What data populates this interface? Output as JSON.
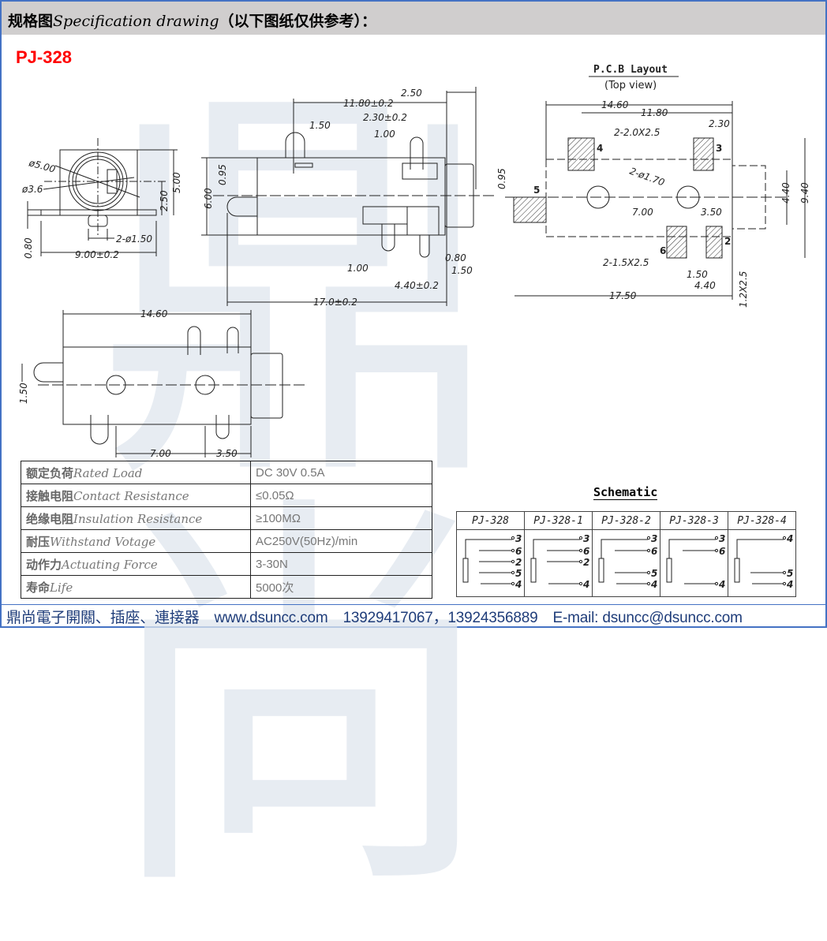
{
  "header": {
    "title_cn": "规格图",
    "title_en": "Specification drawing",
    "title_note": "（以下图纸仅供参考）："
  },
  "model": "PJ-328",
  "watermark": "鼎尚",
  "front_view": {
    "labels": [
      "ø5.00",
      "ø3.6",
      "2.50",
      "5.00",
      "2-ø1.50",
      "0.80",
      "9.00±0.2"
    ]
  },
  "side_view": {
    "labels": [
      "11.80±0.2",
      "2.50",
      "1.50",
      "2.30±0.2",
      "1.00",
      "0.95",
      "6.00",
      "1.00",
      "0.80",
      "1.50",
      "4.40±0.2",
      "17.0±0.2"
    ]
  },
  "pcb_layout": {
    "title": "P.C.B Layout",
    "subtitle": "(Top view)",
    "labels": [
      "14.60",
      "11.80",
      "2.30",
      "2-2.0X2.5",
      "2-ø1.70",
      "0.95",
      "7.00",
      "3.50",
      "4.40",
      "9.40",
      "2-1.5X2.5",
      "1.50",
      "4.40",
      "17.50",
      "1.2X2.5"
    ],
    "pins": [
      "4",
      "3",
      "5",
      "6",
      "2"
    ]
  },
  "bottom_view": {
    "labels": [
      "14.60",
      "1.50",
      "7.00",
      "3.50"
    ]
  },
  "specs": [
    {
      "cn": "额定负荷",
      "en": "Rated Load",
      "value": "DC 30V 0.5A"
    },
    {
      "cn": "接触电阻",
      "en": "Contact Resistance",
      "value": "≤0.05Ω"
    },
    {
      "cn": "绝缘电阻",
      "en": "Insulation Resistance",
      "value": "≥100MΩ"
    },
    {
      "cn": "耐压",
      "en": "Withstand Votage",
      "value": "AC250V(50Hz)/min"
    },
    {
      "cn": "动作力",
      "en": "Actuating Force",
      "value": "3-30N"
    },
    {
      "cn": "寿命",
      "en": "Life",
      "value": "5000次"
    }
  ],
  "schematic": {
    "title": "Schematic",
    "variants": [
      {
        "name": "PJ-328",
        "pins": [
          "3",
          "6",
          "2",
          "5",
          "4"
        ]
      },
      {
        "name": "PJ-328-1",
        "pins": [
          "3",
          "6",
          "2",
          "4"
        ]
      },
      {
        "name": "PJ-328-2",
        "pins": [
          "3",
          "6",
          "5",
          "4"
        ]
      },
      {
        "name": "PJ-328-3",
        "pins": [
          "3",
          "6",
          "4"
        ]
      },
      {
        "name": "PJ-328-4",
        "pins": [
          "4",
          "5",
          "4"
        ]
      }
    ]
  },
  "footer": {
    "company": "鼎尚電子開關、插座、連接器",
    "website": "www.dsuncc.com",
    "phones": "13929417067，13924356889",
    "email": "E-mail: dsuncc@dsuncc.com"
  }
}
